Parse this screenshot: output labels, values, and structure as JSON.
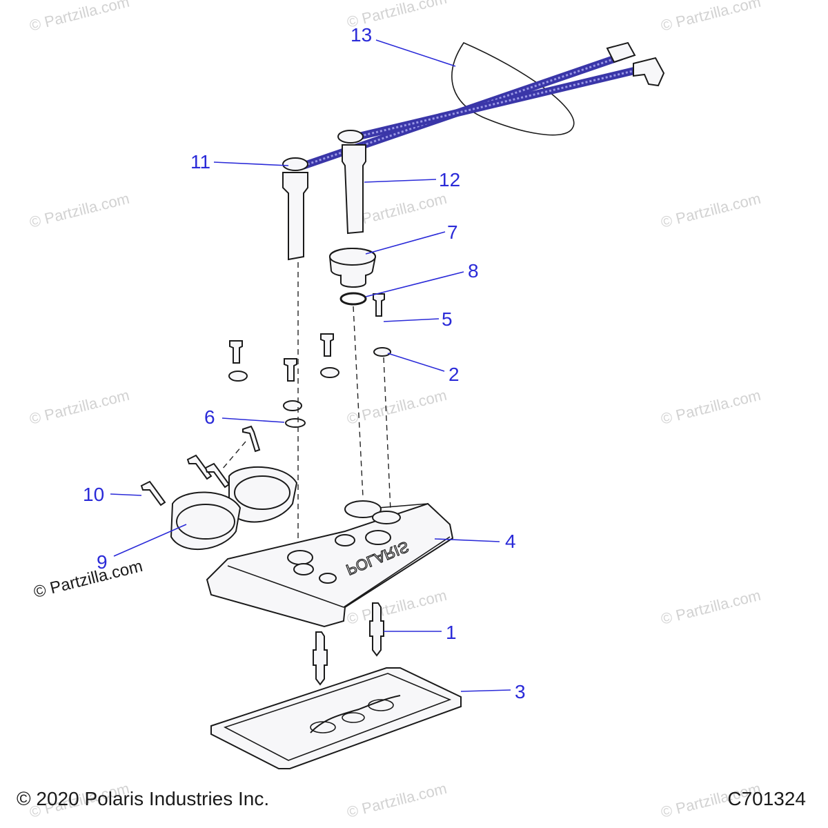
{
  "watermark": {
    "text": "© Partzilla.com"
  },
  "callouts": [
    "1",
    "2",
    "3",
    "4",
    "5",
    "6",
    "7",
    "8",
    "9",
    "10",
    "11",
    "12",
    "13"
  ],
  "footer": {
    "copyright": "© 2020 Polaris Industries Inc.",
    "diagram_id": "C701324"
  },
  "cover_lettering": "POLARIS",
  "colors": {
    "callout": "#2a2ad8",
    "wire": "#3a36a8",
    "line": "#1a1a1a"
  }
}
